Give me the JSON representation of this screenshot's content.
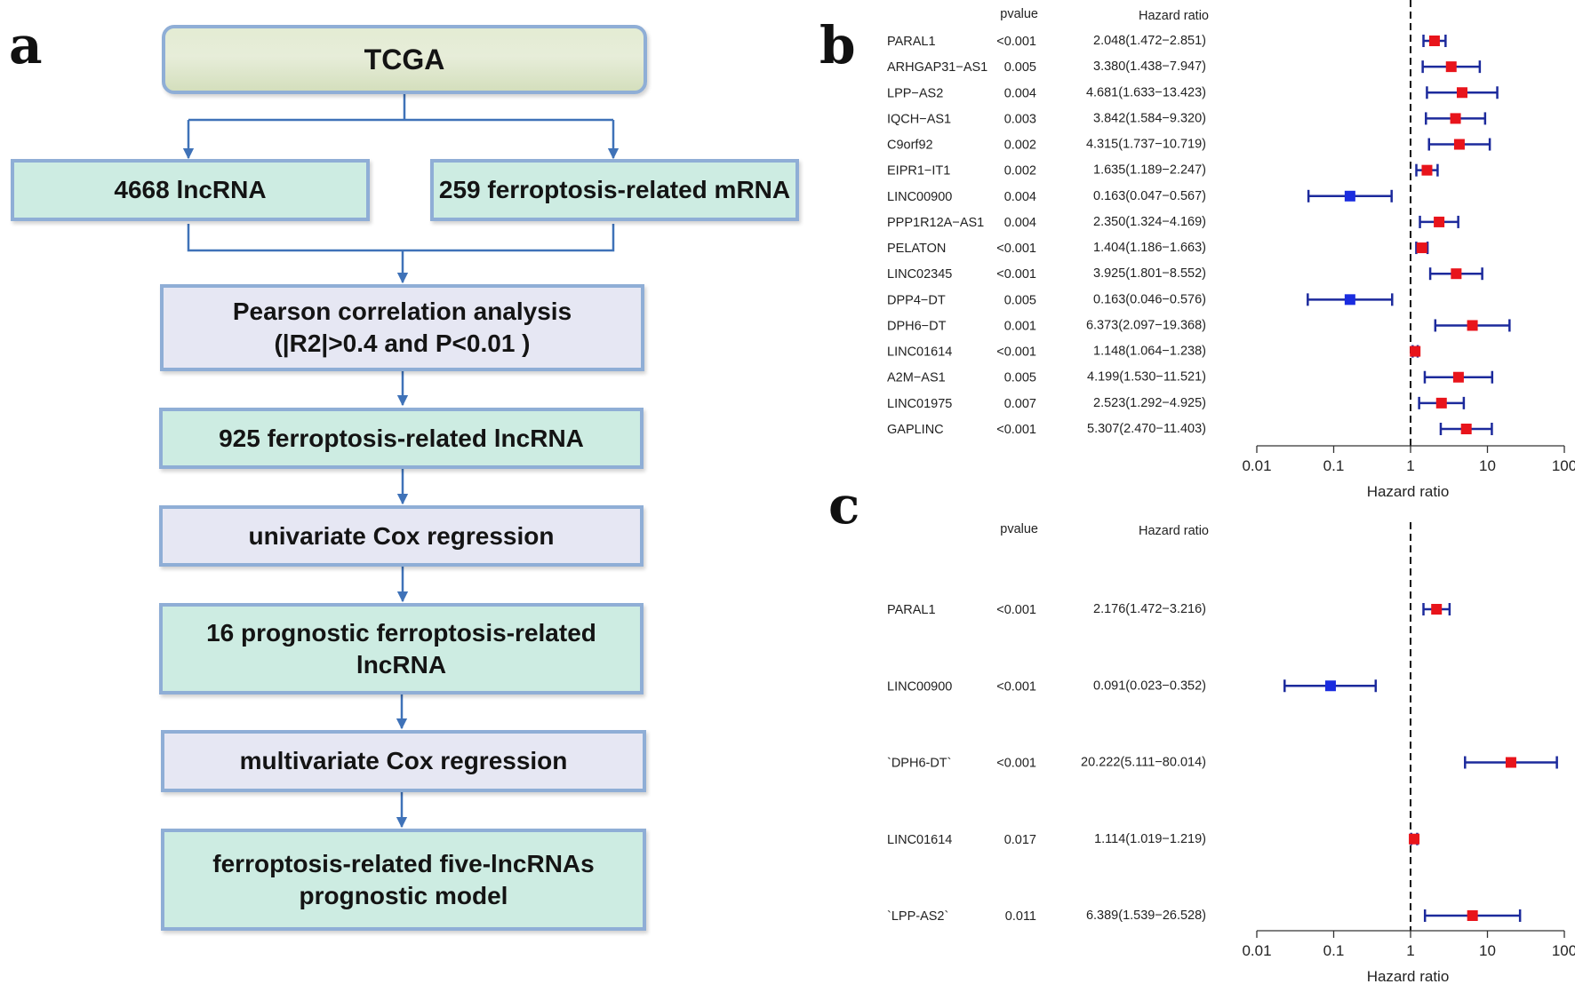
{
  "panels": {
    "a": "a",
    "b": "b",
    "c": "c"
  },
  "flowchart": {
    "tcga": "TCGA",
    "lncrna": "4668 lncRNA",
    "mrna": "259 ferroptosis-related mRNA",
    "pearson_line1": "Pearson correlation analysis",
    "pearson_line2": "(|R2|>0.4 and P<0.01 )",
    "ferro_lncrna": "925 ferroptosis-related lncRNA",
    "univariate": "univariate Cox regression",
    "prognostic_line1": "16 prognostic ferroptosis-related",
    "prognostic_line2": "lncRNA",
    "multivariate": "multivariate Cox regression",
    "model_line1": "ferroptosis-related five-lncRNAs",
    "model_line2": "prognostic model"
  },
  "chart_data": [
    {
      "type": "forest",
      "panel": "b",
      "pvalue_header": "pvalue",
      "hr_header": "Hazard ratio",
      "xlabel": "Hazard ratio",
      "xscale": "log",
      "xlim": [
        0.01,
        100
      ],
      "xticks": [
        "0.01",
        "0.1",
        "1",
        "10",
        "100"
      ],
      "reference_line": 1,
      "rows": [
        {
          "gene": "PARAL1",
          "pvalue": "<0.001",
          "hr_text": "2.048(1.472−2.851)",
          "hr": 2.048,
          "lo": 1.472,
          "hi": 2.851,
          "color": "#e8141b"
        },
        {
          "gene": "ARHGAP31−AS1",
          "pvalue": "0.005",
          "hr_text": "3.380(1.438−7.947)",
          "hr": 3.38,
          "lo": 1.438,
          "hi": 7.947,
          "color": "#e8141b"
        },
        {
          "gene": "LPP−AS2",
          "pvalue": "0.004",
          "hr_text": "4.681(1.633−13.423)",
          "hr": 4.681,
          "lo": 1.633,
          "hi": 13.423,
          "color": "#e8141b"
        },
        {
          "gene": "IQCH−AS1",
          "pvalue": "0.003",
          "hr_text": "3.842(1.584−9.320)",
          "hr": 3.842,
          "lo": 1.584,
          "hi": 9.32,
          "color": "#e8141b"
        },
        {
          "gene": "C9orf92",
          "pvalue": "0.002",
          "hr_text": "4.315(1.737−10.719)",
          "hr": 4.315,
          "lo": 1.737,
          "hi": 10.719,
          "color": "#e8141b"
        },
        {
          "gene": "EIPR1−IT1",
          "pvalue": "0.002",
          "hr_text": "1.635(1.189−2.247)",
          "hr": 1.635,
          "lo": 1.189,
          "hi": 2.247,
          "color": "#e8141b"
        },
        {
          "gene": "LINC00900",
          "pvalue": "0.004",
          "hr_text": "0.163(0.047−0.567)",
          "hr": 0.163,
          "lo": 0.047,
          "hi": 0.567,
          "color": "#1a2ce0"
        },
        {
          "gene": "PPP1R12A−AS1",
          "pvalue": "0.004",
          "hr_text": "2.350(1.324−4.169)",
          "hr": 2.35,
          "lo": 1.324,
          "hi": 4.169,
          "color": "#e8141b"
        },
        {
          "gene": "PELATON",
          "pvalue": "<0.001",
          "hr_text": "1.404(1.186−1.663)",
          "hr": 1.404,
          "lo": 1.186,
          "hi": 1.663,
          "color": "#e8141b"
        },
        {
          "gene": "LINC02345",
          "pvalue": "<0.001",
          "hr_text": "3.925(1.801−8.552)",
          "hr": 3.925,
          "lo": 1.801,
          "hi": 8.552,
          "color": "#e8141b"
        },
        {
          "gene": "DPP4−DT",
          "pvalue": "0.005",
          "hr_text": "0.163(0.046−0.576)",
          "hr": 0.163,
          "lo": 0.046,
          "hi": 0.576,
          "color": "#1a2ce0"
        },
        {
          "gene": "DPH6−DT",
          "pvalue": "0.001",
          "hr_text": "6.373(2.097−19.368)",
          "hr": 6.373,
          "lo": 2.097,
          "hi": 19.368,
          "color": "#e8141b"
        },
        {
          "gene": "LINC01614",
          "pvalue": "<0.001",
          "hr_text": "1.148(1.064−1.238)",
          "hr": 1.148,
          "lo": 1.064,
          "hi": 1.238,
          "color": "#e8141b"
        },
        {
          "gene": "A2M−AS1",
          "pvalue": "0.005",
          "hr_text": "4.199(1.530−11.521)",
          "hr": 4.199,
          "lo": 1.53,
          "hi": 11.521,
          "color": "#e8141b"
        },
        {
          "gene": "LINC01975",
          "pvalue": "0.007",
          "hr_text": "2.523(1.292−4.925)",
          "hr": 2.523,
          "lo": 1.292,
          "hi": 4.925,
          "color": "#e8141b"
        },
        {
          "gene": "GAPLINC",
          "pvalue": "<0.001",
          "hr_text": "5.307(2.470−11.403)",
          "hr": 5.307,
          "lo": 2.47,
          "hi": 11.403,
          "color": "#e8141b"
        }
      ]
    },
    {
      "type": "forest",
      "panel": "c",
      "pvalue_header": "pvalue",
      "hr_header": "Hazard ratio",
      "xlabel": "Hazard ratio",
      "xscale": "log",
      "xlim": [
        0.01,
        100
      ],
      "xticks": [
        "0.01",
        "0.1",
        "1",
        "10",
        "100"
      ],
      "reference_line": 1,
      "rows": [
        {
          "gene": "PARAL1",
          "pvalue": "<0.001",
          "hr_text": "2.176(1.472−3.216)",
          "hr": 2.176,
          "lo": 1.472,
          "hi": 3.216,
          "color": "#e8141b"
        },
        {
          "gene": "LINC00900",
          "pvalue": "<0.001",
          "hr_text": "0.091(0.023−0.352)",
          "hr": 0.091,
          "lo": 0.023,
          "hi": 0.352,
          "color": "#1a2ce0"
        },
        {
          "gene": "`DPH6-DT`",
          "pvalue": "<0.001",
          "hr_text": "20.222(5.111−80.014)",
          "hr": 20.222,
          "lo": 5.111,
          "hi": 80.014,
          "color": "#e8141b"
        },
        {
          "gene": "LINC01614",
          "pvalue": "0.017",
          "hr_text": "1.114(1.019−1.219)",
          "hr": 1.114,
          "lo": 1.019,
          "hi": 1.219,
          "color": "#e8141b"
        },
        {
          "gene": "`LPP-AS2`",
          "pvalue": "0.011",
          "hr_text": "6.389(1.539−26.528)",
          "hr": 6.389,
          "lo": 1.539,
          "hi": 26.528,
          "color": "#e8141b"
        }
      ]
    }
  ]
}
